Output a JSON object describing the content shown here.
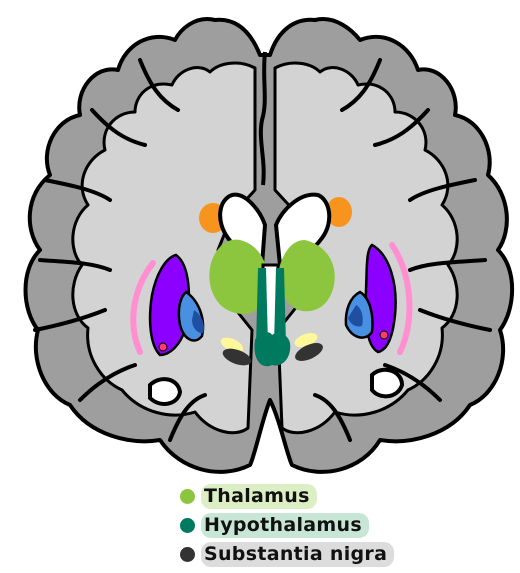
{
  "legend": [
    {
      "label": "Thalamus",
      "color": "#8cc63f",
      "chip": "#dcefc4"
    },
    {
      "label": "Hypothalamus",
      "color": "#007a5e",
      "chip": "#c8e6d6"
    },
    {
      "label": "Substantia nigra",
      "color": "#333333",
      "chip": "#dcdcdc"
    }
  ],
  "colors": {
    "outline": "#000000",
    "cortex": "#9e9e9e",
    "white_matter": "#d3d3d3",
    "ventricles": "#ffffff",
    "thalamus": "#8cc63f",
    "hypothalamus": "#007a5e",
    "substantia_nigra": "#333333",
    "putamen": "#8b00ff",
    "globus_pallidus": "#4a90e2",
    "claustrum": "#ff8fd0",
    "caudate": "#f7941d",
    "subthalamic": "#fff79a"
  }
}
